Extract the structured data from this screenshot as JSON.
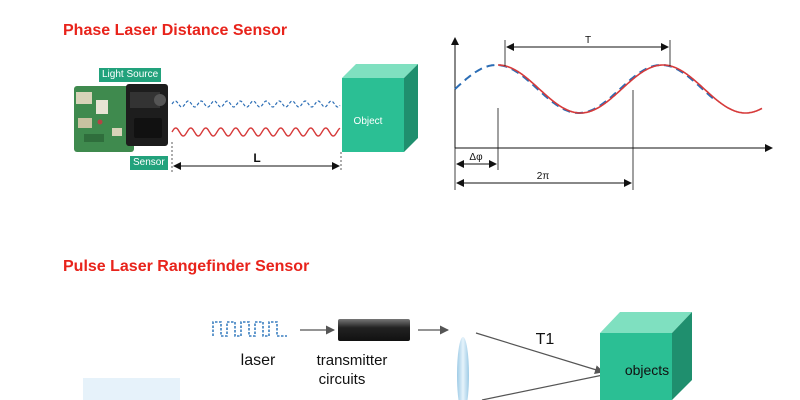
{
  "phase": {
    "title": "Phase Laser Distance Sensor",
    "light_source_label": "Light Source",
    "sensor_label": "Sensor",
    "object_label": "Object",
    "distance_label": "L",
    "period_label": "T",
    "phase_shift_label": "Δφ",
    "two_pi_label": "2π"
  },
  "pulse": {
    "title": "Pulse Laser Rangefinder Sensor",
    "laser_label": "laser",
    "transmitter_label_line1": "transmitter",
    "transmitter_label_line2": "circuits",
    "t1_label": "T1",
    "objects_label": "objects"
  },
  "colors": {
    "title_red": "#e8231b",
    "object_green": "#2bbf94",
    "emitted_wave_blue": "#2b6db5",
    "reflected_wave_red": "#d63a3a",
    "label_green": "#22a27c"
  }
}
